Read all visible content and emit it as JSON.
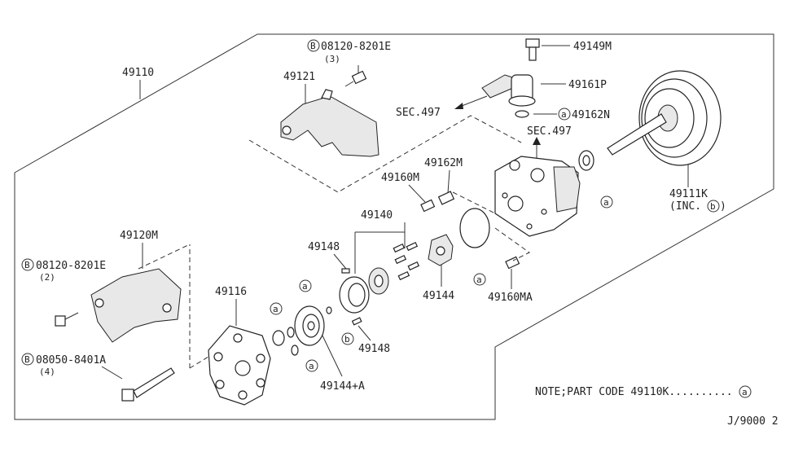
{
  "parts": {
    "p49110": "49110",
    "p49121": "49121",
    "b08120_top": "08120-8201E",
    "b08120_top_qty": "(3)",
    "p49149M": "49149M",
    "p49161P": "49161P",
    "sec497_a": "SEC.497",
    "p49162N": "49162N",
    "sec497_b": "SEC.497",
    "p49162M": "49162M",
    "p49160M": "49160M",
    "p49111K": "49111K",
    "p49111K_inc": "(INC.",
    "p49111K_inc_close": ")",
    "p49140": "49140",
    "p49120M": "49120M",
    "b08120_left": "08120-8201E",
    "b08120_left_qty": "(2)",
    "p49148_a": "49148",
    "p49148_b": "49148",
    "p49144": "49144",
    "p49160MA": "49160MA",
    "p49116": "49116",
    "b08050": "08050-8401A",
    "b08050_qty": "(4)",
    "p49144A": "49144+A"
  },
  "markers": {
    "a": "a",
    "b": "b",
    "B": "B"
  },
  "note": {
    "text": "NOTE;PART CODE 49110K..........",
    "marker": "a"
  },
  "footer_code": "J/9000 2"
}
